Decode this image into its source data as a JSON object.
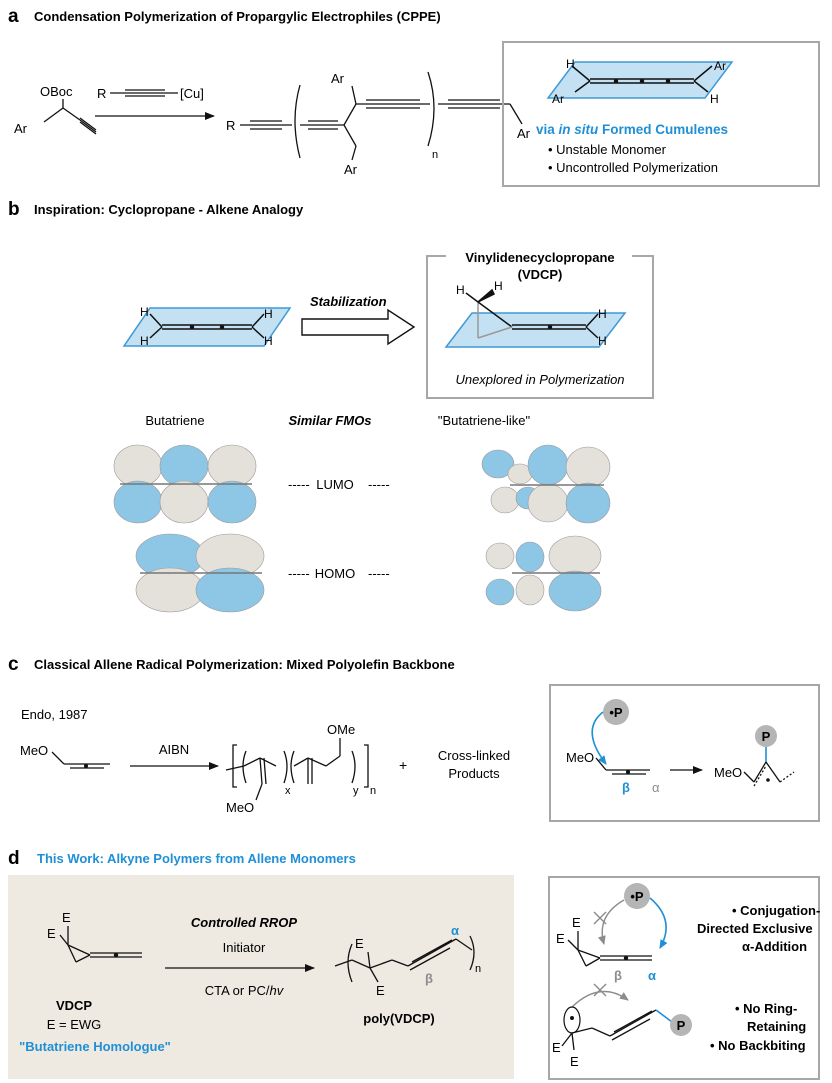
{
  "panel_a": {
    "letter": "a",
    "title": "Condensation Polymerization of Propargylic Electrophiles (CPPE)",
    "reactant_group": "OBoc",
    "ar": "Ar",
    "reagent": "R",
    "reagent_metal": "[Cu]",
    "product_r": "R",
    "product_n": "n",
    "box_title_pre": "via ",
    "box_title_italic": "in situ",
    "box_title_post": " Formed Cumulenes",
    "box_items": [
      "• Unstable Monomer",
      "• Uncontrolled Polymerization"
    ],
    "h": "H"
  },
  "panel_b": {
    "letter": "b",
    "title": "Inspiration: Cyclopropane - Alkene Analogy",
    "h": "H",
    "arrow_label": "Stabilization",
    "box_title_line1": "Vinylidenecyclopropane",
    "box_title_line2": "(VDCP)",
    "box_note": "Unexplored in Polymerization",
    "left_label": "Butatriene",
    "mid_label": "Similar FMOs",
    "right_label": "\"Butatriene-like\"",
    "lumo": "LUMO",
    "homo": "HOMO",
    "dashes": "-----"
  },
  "panel_c": {
    "letter": "c",
    "title": "Classical Allene Radical Polymerization: Mixed Polyolefin Backbone",
    "reference": "Endo, 1987",
    "meo": "MeO",
    "ome": "OMe",
    "reagent": "AIBN",
    "sub_x": "x",
    "sub_y": "y",
    "sub_n": "n",
    "plus": "+",
    "side_product_line1": "Cross-linked",
    "side_product_line2": "Products",
    "radical": "•P",
    "p": "P",
    "beta": "β",
    "alpha": "α"
  },
  "panel_d": {
    "letter": "d",
    "title": "This Work: Alkyne Polymers from Allene Monomers",
    "e": "E",
    "monomer_name": "VDCP",
    "monomer_def": "E = EWG",
    "monomer_tag": "\"Butatriene Homologue\"",
    "arrow_top": "Controlled RROP",
    "arrow_mid": "Initiator",
    "arrow_bottom_pre": "CTA or PC/",
    "arrow_bottom_italic": "hv",
    "product_name": "poly(VDCP)",
    "alpha": "α",
    "beta": "β",
    "sub_n": "n",
    "radical": "•P",
    "p": "P",
    "box_note_1_line1": "• Conjugation-",
    "box_note_1_line2": "Directed Exclusive",
    "box_note_1_line3": "α-Addition",
    "box_note_2_line1": "• No Ring-",
    "box_note_2_line2": "Retaining",
    "box_note_2_line3": "• No Backbiting"
  },
  "colors": {
    "accent_blue": "#1f8fd6",
    "plane_blue": "#c3e1f2",
    "plane_edge": "#3d9ad6",
    "box_gray": "#a7a7a7",
    "panel_d_bg": "#eeeae1",
    "orbital_blue": "#8ec6e6",
    "orbital_white": "#e4e1da",
    "badge_gray": "#b5b5b5",
    "muted_gray": "#8c8c8c"
  }
}
